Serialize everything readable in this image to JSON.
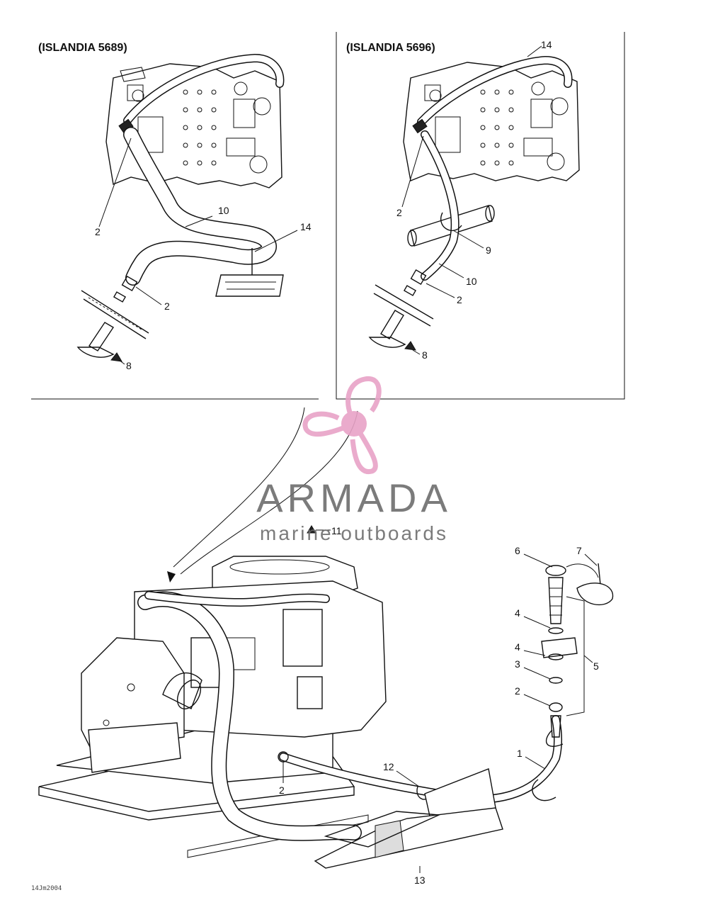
{
  "insets": [
    {
      "title": "(ISLANDIA 5689)"
    },
    {
      "title": "(ISLANDIA 5696)"
    }
  ],
  "watermark": {
    "brand": "ARMADA",
    "tagline": "marine outboards",
    "colors": {
      "propeller": "#e8a3c7",
      "text": "#6d6d6d"
    }
  },
  "callouts": {
    "left_inset": [
      "2",
      "10",
      "14",
      "2",
      "8"
    ],
    "right_inset": [
      "14",
      "2",
      "9",
      "10",
      "2",
      "8"
    ],
    "main": [
      "11",
      "6",
      "7",
      "4",
      "4",
      "3",
      "2",
      "5",
      "1",
      "12",
      "2",
      "13"
    ]
  },
  "document_id": "14Jm2004"
}
